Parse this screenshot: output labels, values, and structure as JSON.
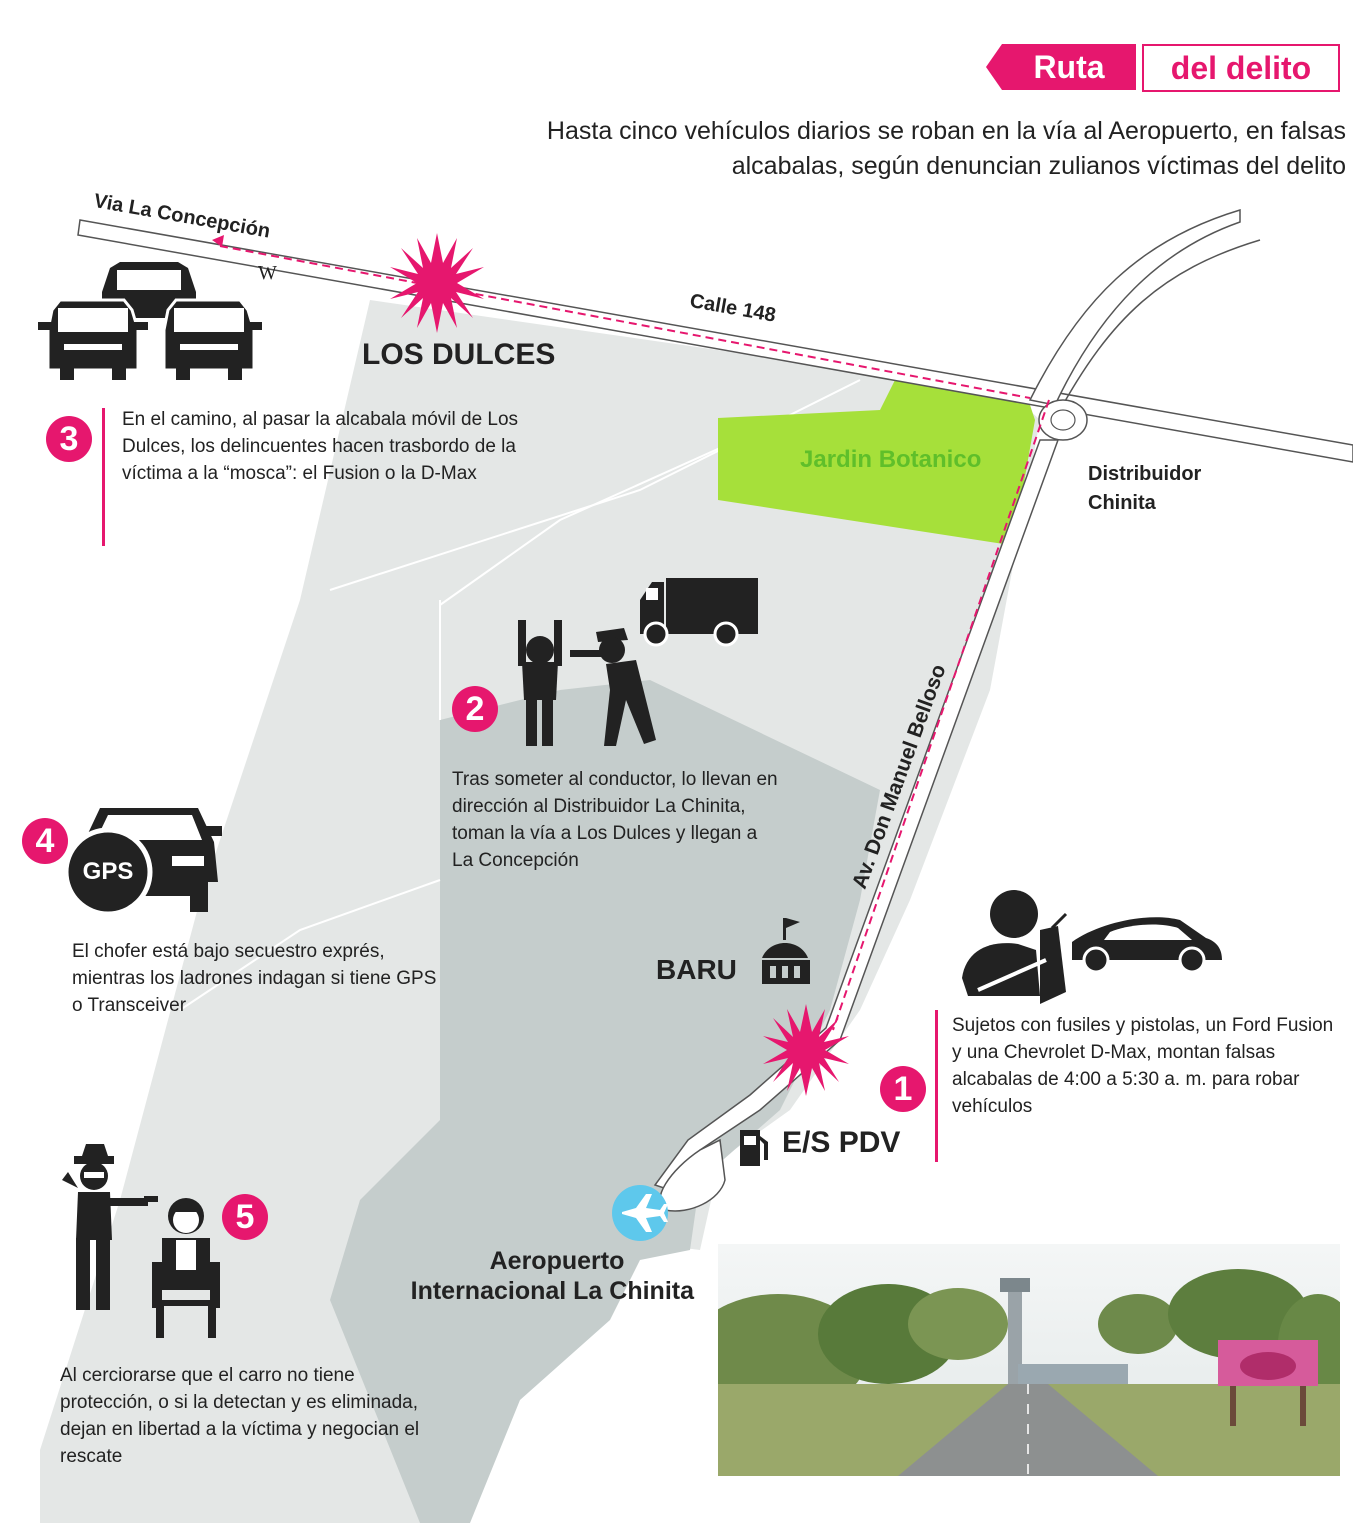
{
  "header": {
    "title_part1": "Ruta",
    "title_part2": "del delito",
    "subtitle": "Hasta cinco vehículos diarios se roban en la vía al Aeropuerto, en falsas alcabalas, según denuncian zulianos víctimas del delito"
  },
  "map_labels": {
    "via_concepcion": "Via La Concepción",
    "compass_w": "W",
    "calle_148": "Calle 148",
    "los_dulces": "LOS DULCES",
    "jardin_botanico": "Jardin Botanico",
    "distribuidor_line1": "Distribuidor",
    "distribuidor_line2": "Chinita",
    "av_don_manuel": "Av. Don Manuel Belloso",
    "baru": "BARU",
    "es_pdv": "E/S PDV",
    "aeropuerto_line1": "Aeropuerto",
    "aeropuerto_line2": "Internacional La Chinita"
  },
  "steps": [
    {
      "number": "1",
      "text": "Sujetos con fusiles y pistolas, un Ford Fusion y una Chevrolet D-Max, montan falsas alcabalas  de 4:00 a 5:30 a. m. para robar vehículos"
    },
    {
      "number": "2",
      "text": "Tras someter al conductor, lo llevan en dirección al Distribuidor La Chinita, toman la vía a Los Dulces y llegan a La Concepción"
    },
    {
      "number": "3",
      "text": "En el camino, al pasar la alcabala móvil de Los Dulces, los delincuentes hacen trasbordo de la víctima a la “mosca”: el Fusion o la D-Max"
    },
    {
      "number": "4",
      "text": "El chofer está bajo secuestro exprés, mientras los ladrones indagan si tiene GPS o Transceiver"
    },
    {
      "number": "5",
      "text": "Al cerciorarse que el carro no tiene protección, o si la detectan y es eliminada, dejan en libertad a la víctima y negocian el rescate"
    }
  ],
  "icons": {
    "gps_label": "GPS"
  },
  "colors": {
    "accent": "#e6176e",
    "area_light": "#e4e7e6",
    "area_dark": "#c5cdcc",
    "garden": "#a6e03a",
    "garden_text": "#5fbf2a",
    "icon": "#222222"
  }
}
